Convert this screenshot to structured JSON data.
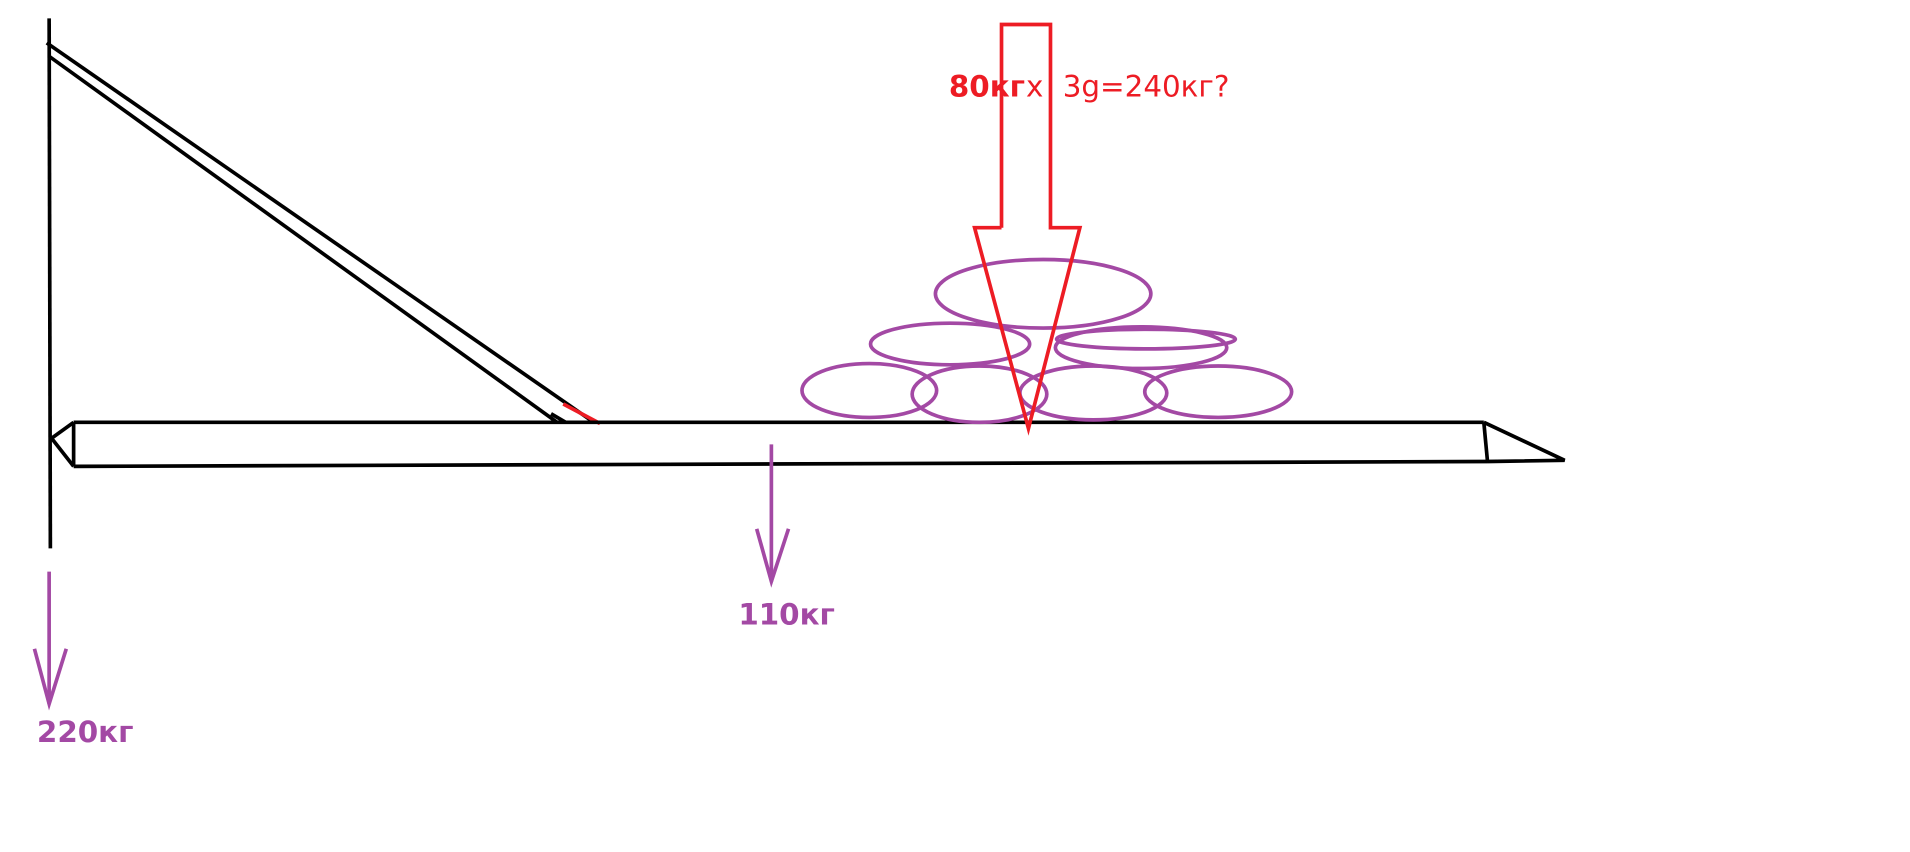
{
  "colors": {
    "structure": "#000000",
    "load": "#ed1c24",
    "weights": "#a349a4"
  },
  "labels": {
    "load_mass": "80кг",
    "multiply": "x",
    "load_formula": "3g=240кг?",
    "beam_weight": "110кг",
    "wall_force": "220кг"
  }
}
